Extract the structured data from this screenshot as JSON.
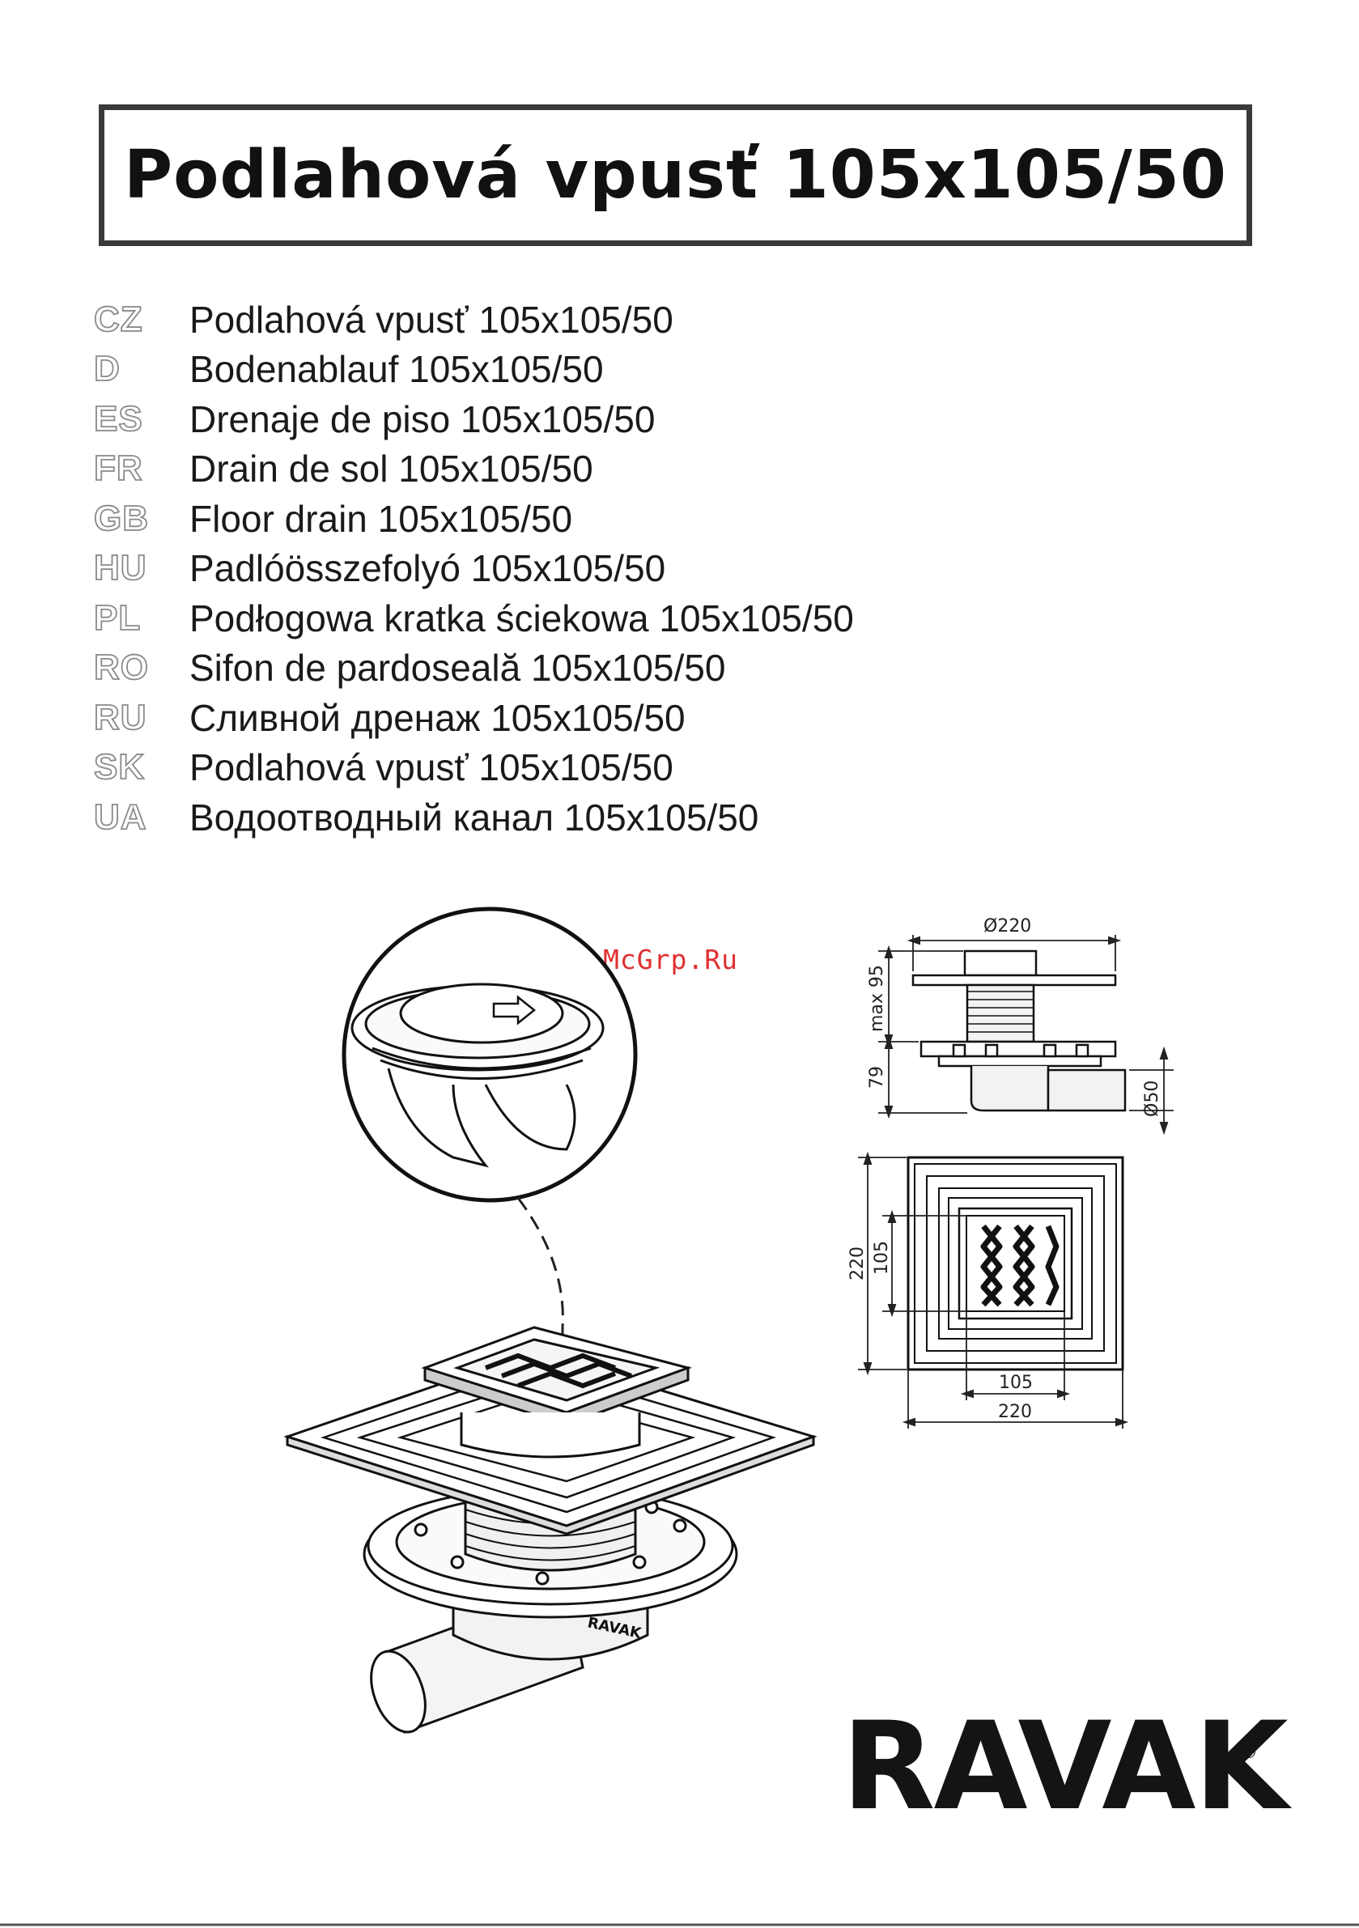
{
  "title": "Podlahová vpusť 105x105/50",
  "languages": [
    {
      "code": "CZ",
      "name": "Podlahová vpusť 105x105/50"
    },
    {
      "code": "D",
      "name": "Bodenablauf 105x105/50"
    },
    {
      "code": "ES",
      "name": "Drenaje de piso 105x105/50"
    },
    {
      "code": "FR",
      "name": "Drain de sol 105x105/50"
    },
    {
      "code": "GB",
      "name": "Floor drain 105x105/50"
    },
    {
      "code": "HU",
      "name": "Padlóösszefolyó 105x105/50"
    },
    {
      "code": "PL",
      "name": "Podłogowa kratka ściekowa 105x105/50"
    },
    {
      "code": "RO",
      "name": "Sifon de pardoseală 105x105/50"
    },
    {
      "code": "RU",
      "name": "Сливной дренаж 105x105/50"
    },
    {
      "code": "SK",
      "name": "Podlahová vpusť 105x105/50"
    },
    {
      "code": "UA",
      "name": "Водоотводный канал 105x105/50"
    }
  ],
  "watermark": "McGrp.Ru",
  "dimensions": {
    "side_diameter": "Ø220",
    "side_height_max": "max 95",
    "side_height_body": "79",
    "side_outlet": "Ø50",
    "top_outer_vertical": "220",
    "top_inner_vertical": "105",
    "top_inner_horizontal": "105",
    "top_outer_horizontal": "220"
  },
  "stamp_text": "RAVAK",
  "brand": {
    "logo_text": "RAVAK",
    "registered": "®"
  }
}
